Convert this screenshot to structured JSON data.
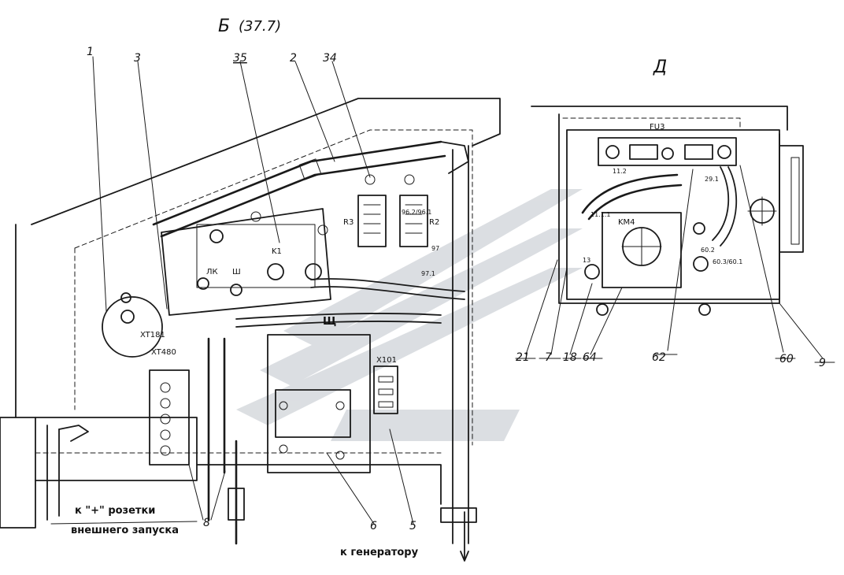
{
  "titles": {
    "view_b": "Б",
    "view_b_sub": "(37.7)",
    "view_d": "Д"
  },
  "view_b_callouts": [
    "1",
    "3",
    "35",
    "2",
    "34",
    "8",
    "6",
    "5"
  ],
  "view_d_callouts": [
    "21",
    "7",
    "18",
    "64",
    "62",
    "60",
    "9"
  ],
  "component_labels": {
    "r3": "R3",
    "r2": "R2",
    "k1": "K1",
    "lk": "ЛК",
    "sh": "Ш",
    "xt181": "XT181",
    "xt480": "XT480",
    "x101": "X101",
    "fu3": "FU3",
    "km4": "KM4",
    "ts": "Щ"
  },
  "wire_labels": [
    "96.2/96.1",
    "97",
    "97.1",
    "60.2",
    "60.3/60.1",
    "29.1",
    "11.2",
    "11.1.1",
    "13"
  ],
  "notes": {
    "socket_line1": "к \"+\" розетки",
    "socket_line2": "внешнего запуска",
    "generator": "к генератору"
  },
  "colors": {
    "ink": "#1a1a1a",
    "watermark": "#b9bec6"
  }
}
